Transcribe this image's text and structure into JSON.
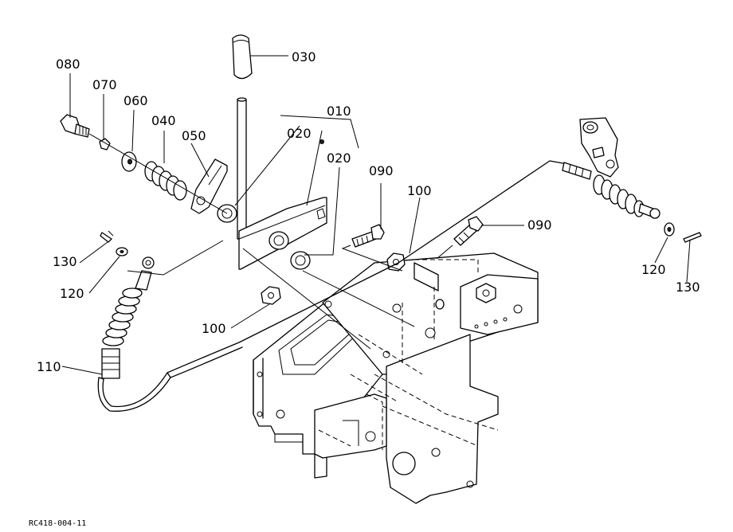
{
  "callouts": {
    "p030": "030",
    "p080": "080",
    "p070": "070",
    "p060": "060",
    "p040": "040",
    "p050": "050",
    "p010": "010",
    "p020a": "020",
    "p020b": "020",
    "p090a": "090",
    "p090b": "090",
    "p100a": "100",
    "p100b": "100",
    "p130a": "130",
    "p130b": "130",
    "p120a": "120",
    "p120b": "120",
    "p110": "110"
  },
  "drawing_ref": "RC418-004-11"
}
